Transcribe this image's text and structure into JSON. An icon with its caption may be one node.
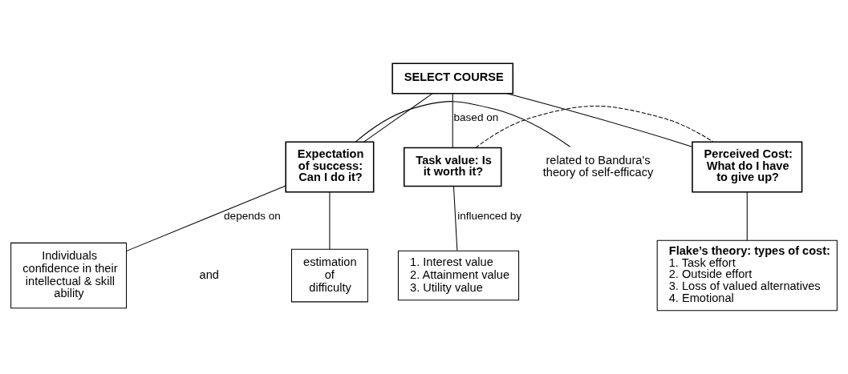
{
  "diagram": {
    "nodes": [
      {
        "text": [
          "SELECT COURSE"
        ]
      },
      {
        "text": [
          "Expectation of success: Can I do it?"
        ]
      },
      {
        "text": [
          "Task value: Is it worth it?"
        ]
      },
      {
        "text": [
          "Perceived Cost: What do I have to give up?"
        ]
      },
      {
        "text": [
          "related to Bandura's theory of self-efficacy"
        ]
      },
      {
        "text": [
          "Individuals confidence in their intellectual & skill ability"
        ]
      },
      {
        "text": [
          "estimation of difficulty"
        ]
      },
      {
        "text": [
          "1. Interest value",
          "2. Attainment value",
          "3. Utility value"
        ]
      },
      {
        "text": [
          "Flake’s theory: types of cost:",
          "1. Task effort",
          "2. Outside effort",
          "3. Loss of valued alternatives",
          "4. Emotional"
        ]
      }
    ],
    "edges": [
      {
        "from": 0,
        "to": 1,
        "arrow": "none"
      },
      {
        "from": 0,
        "to": 2,
        "arrow": "none",
        "label": "based on"
      },
      {
        "from": 0,
        "to": 3,
        "arrow": "none"
      },
      {
        "from": 2,
        "to": 3,
        "arrow": "none",
        "style": "dashed"
      },
      {
        "from": 4,
        "to": 1,
        "arrow": "none"
      },
      {
        "from": 1,
        "to": 5,
        "arrow": "none",
        "label": "depends on"
      },
      {
        "from": 1,
        "to": 6,
        "arrow": "none"
      },
      {
        "from": 2,
        "to": 7,
        "arrow": "none",
        "label": "influenced by"
      },
      {
        "from": 3,
        "to": 8,
        "arrow": "none"
      }
    ],
    "labels": [
      "and"
    ]
  }
}
